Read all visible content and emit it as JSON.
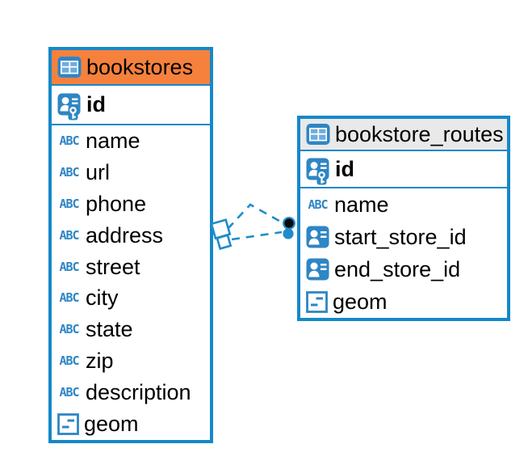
{
  "colors": {
    "table_border": "#1588C9",
    "relation_line": "#1E8CCB",
    "icon_blue": "#2E86C4",
    "icon_cell_blue": "#6FACDC",
    "bookstores_header": "#F5813D",
    "routes_header": "#E9E9E9",
    "text": "#000000"
  },
  "icon_glyphs": {
    "text_type": "ABC"
  },
  "tables": [
    {
      "name": "bookstores",
      "header_color": "#F5813D",
      "primary_key": "id",
      "columns": [
        {
          "name": "name",
          "type": "text"
        },
        {
          "name": "url",
          "type": "text"
        },
        {
          "name": "phone",
          "type": "text"
        },
        {
          "name": "address",
          "type": "text"
        },
        {
          "name": "street",
          "type": "text"
        },
        {
          "name": "city",
          "type": "text"
        },
        {
          "name": "state",
          "type": "text"
        },
        {
          "name": "zip",
          "type": "text"
        },
        {
          "name": "description",
          "type": "text"
        },
        {
          "name": "geom",
          "type": "geometry"
        }
      ]
    },
    {
      "name": "bookstore_routes",
      "header_color": "#E9E9E9",
      "primary_key": "id",
      "columns": [
        {
          "name": "name",
          "type": "text"
        },
        {
          "name": "start_store_id",
          "type": "foreign-key"
        },
        {
          "name": "end_store_id",
          "type": "foreign-key"
        },
        {
          "name": "geom",
          "type": "geometry"
        }
      ]
    }
  ],
  "relations": [
    {
      "from": "bookstore_routes.start_store_id",
      "to": "bookstores.id",
      "style": "dashed"
    },
    {
      "from": "bookstore_routes.end_store_id",
      "to": "bookstores.id",
      "style": "dashed"
    }
  ]
}
